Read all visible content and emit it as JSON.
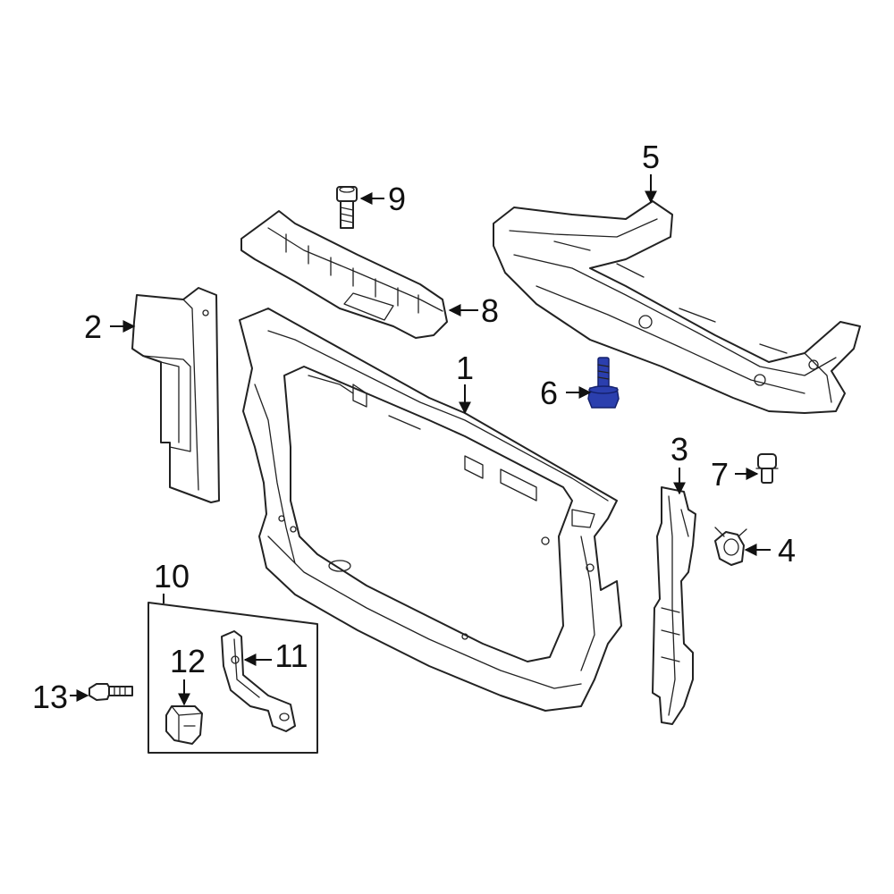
{
  "diagram": {
    "callouts": [
      {
        "id": "c1",
        "label": "1"
      },
      {
        "id": "c2",
        "label": "2"
      },
      {
        "id": "c3",
        "label": "3"
      },
      {
        "id": "c4",
        "label": "4"
      },
      {
        "id": "c5",
        "label": "5"
      },
      {
        "id": "c6",
        "label": "6"
      },
      {
        "id": "c7",
        "label": "7"
      },
      {
        "id": "c8",
        "label": "8"
      },
      {
        "id": "c9",
        "label": "9"
      },
      {
        "id": "c10",
        "label": "10"
      },
      {
        "id": "c11",
        "label": "11"
      },
      {
        "id": "c12",
        "label": "12"
      },
      {
        "id": "c13",
        "label": "13"
      }
    ],
    "highlight_color": "#2b3fae"
  }
}
